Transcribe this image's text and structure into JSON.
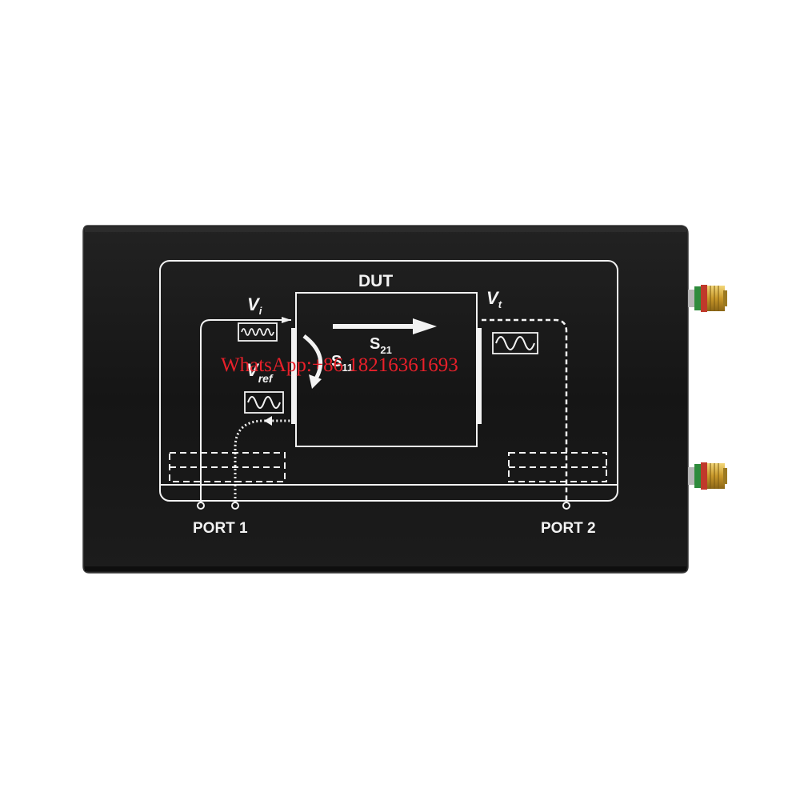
{
  "panel": {
    "dut_label": "DUT",
    "vi_symbol": "V",
    "vi_subscript": "i",
    "vt_symbol": "V",
    "vt_subscript": "t",
    "vref_symbol": "V",
    "vref_subscript": "ref",
    "s21_symbol": "S",
    "s21_subscript": "21",
    "s11_symbol": "S",
    "s11_subscript": "11",
    "port1_label": "PORT 1",
    "port2_label": "PORT 2"
  },
  "watermark": {
    "text": "WhatsApp:+86  18216361693"
  },
  "colors": {
    "device_body": "#161616",
    "device_edge": "#2e2e2e",
    "print_white": "#f2f2f2",
    "sma_gold": "#d4a834",
    "sma_red": "#c0392b",
    "sma_green": "#2e8b3c",
    "watermark_red": "#e8202a"
  }
}
